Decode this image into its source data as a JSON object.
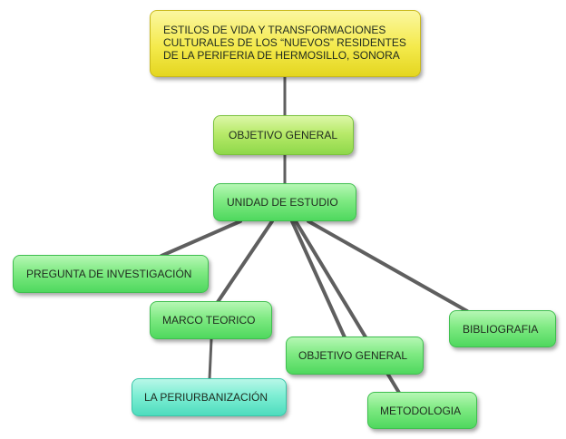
{
  "diagram": {
    "title_node": "ESTILOS DE VIDA Y TRANSFORMACIONES\nCULTURALES DE LOS “NUEVOS” RESIDENTES\nDE LA PERIFERIA DE HERMOSILLO, SONORA",
    "nodes": {
      "objetivo_general_top": "OBJETIVO GENERAL",
      "unidad_de_estudio": "UNIDAD DE ESTUDIO",
      "pregunta_de_investigacion": "PREGUNTA DE INVESTIGACIÓN",
      "marco_teorico": "MARCO TEORICO",
      "objetivo_general_bottom": "OBJETIVO GENERAL",
      "bibliografia": "BIBLIOGRAFIA",
      "periurbanizacion": "LA PERIURBANIZACIÓN",
      "metodologia": "METODOLOGIA"
    },
    "colors": {
      "title_fill": "#f4ea4c",
      "objective_fill": "#b8ea6a",
      "node_fill": "#7fea83",
      "periurbanizacion_fill": "#7eeed4",
      "connector": "#5f5f5f"
    }
  }
}
